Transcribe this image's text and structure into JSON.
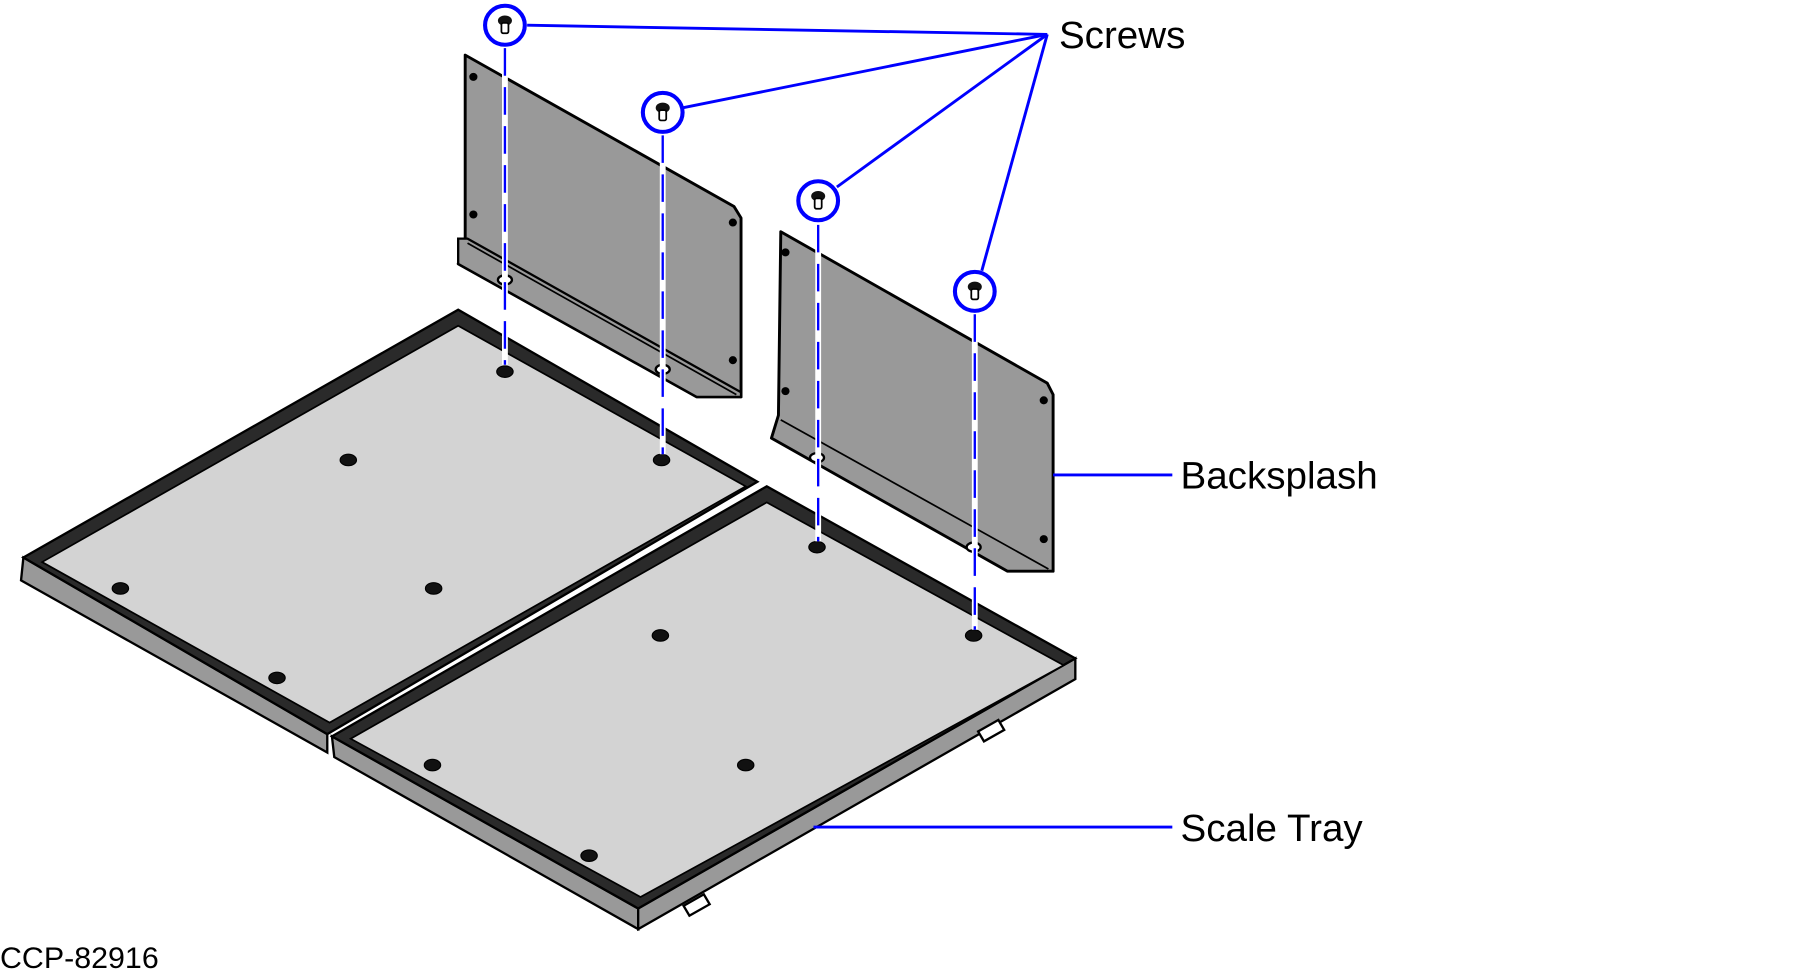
{
  "labels": {
    "screws": "Screws",
    "backsplash": "Backsplash",
    "scale_tray": "Scale Tray"
  },
  "figure_id": "CCP-82916",
  "colors": {
    "callout": "#0000ff",
    "panel": "#999999",
    "tray_surface": "#d3d3d3",
    "outline": "#000000"
  },
  "icons": {
    "screw": "screw-icon"
  }
}
